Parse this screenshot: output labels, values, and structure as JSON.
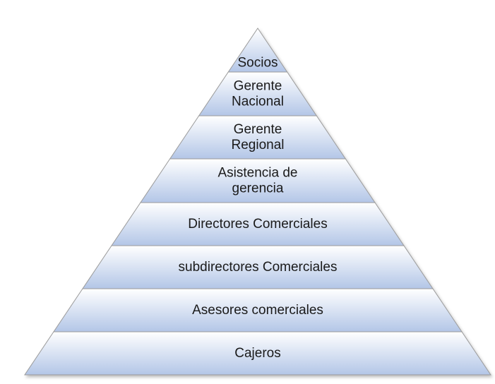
{
  "pyramid": {
    "tiers": [
      {
        "lines": [
          "Socios"
        ]
      },
      {
        "lines": [
          "Gerente",
          "Nacional"
        ]
      },
      {
        "lines": [
          "Gerente",
          "Regional"
        ]
      },
      {
        "lines": [
          "Asistencia de",
          "gerencia"
        ]
      },
      {
        "lines": [
          "Directores Comerciales"
        ]
      },
      {
        "lines": [
          "subdirectores Comerciales"
        ]
      },
      {
        "lines": [
          "Asesores comerciales"
        ]
      },
      {
        "lines": [
          "Cajeros"
        ]
      }
    ],
    "colors": {
      "fill_light": "#ffffff",
      "fill_dark": "#b3c6e7",
      "outline": "#9a9a9a"
    }
  }
}
